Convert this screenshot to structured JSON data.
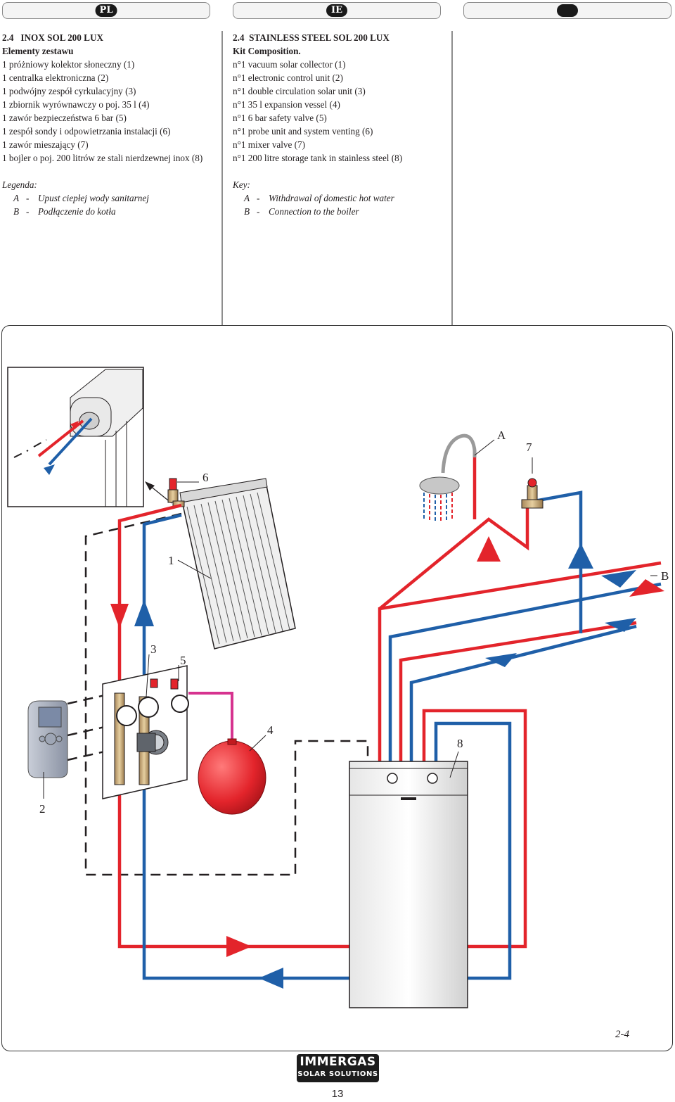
{
  "tabs": [
    {
      "label": "PL"
    },
    {
      "label": "IE"
    },
    {
      "label": ""
    }
  ],
  "pl": {
    "heading_num": "2.4",
    "heading_title": "INOX SOL 200 LUX",
    "subheading": "Elementy zestawu",
    "items": [
      "1 próżniowy kolektor słoneczny (1)",
      "1 centralka elektroniczna (2)",
      "1 podwójny zespół cyrkulacyjny (3)",
      "1 zbiornik wyrównawczy o poj. 35 l (4)",
      "1 zawór bezpieczeństwa 6 bar (5)",
      "1 zespół sondy i odpowietrzania instalacji (6)",
      "1 zawór mieszający (7)",
      "1 bojler o poj. 200 litrów ze stali nierdzewnej inox (8)"
    ],
    "legend_title": "Legenda:",
    "legend": [
      {
        "key": "A",
        "dash": "-",
        "text": "Upust ciepłej wody sanitarnej"
      },
      {
        "key": "B",
        "dash": "-",
        "text": "Podłączenie do kotła"
      }
    ]
  },
  "ie": {
    "heading_num": "2.4",
    "heading_title": "STAINLESS STEEL SOL 200 LUX",
    "subheading": "Kit Composition.",
    "items": [
      "n°1 vacuum solar collector (1)",
      "n°1 electronic control unit (2)",
      "n°1 double circulation solar unit (3)",
      "n°1 35 l expansion vessel (4)",
      "n°1 6 bar safety valve (5)",
      "n°1 probe unit and system venting (6)",
      "n°1 mixer valve (7)",
      "n°1 200 litre storage tank in stainless steel (8)"
    ],
    "legend_title": "Key:",
    "legend": [
      {
        "key": "A",
        "dash": "-",
        "text": "Withdrawal of domestic hot water"
      },
      {
        "key": "B",
        "dash": "-",
        "text": "Connection to the boiler"
      }
    ]
  },
  "diagram": {
    "labels": {
      "l1": "1",
      "l2": "2",
      "l3": "3",
      "l4": "4",
      "l5": "5",
      "l6": "6",
      "l7": "7",
      "l8": "8",
      "lA": "A",
      "lB": "B"
    },
    "figure_ref": "2-4",
    "colors": {
      "hot": "#e3242b",
      "cold": "#1f5fa8",
      "vessel": "#e3242b",
      "link": "#d6338f"
    }
  },
  "footer": {
    "brand": "IMMERGAS",
    "sub": "SOLAR SOLUTIONS",
    "page": "13"
  }
}
